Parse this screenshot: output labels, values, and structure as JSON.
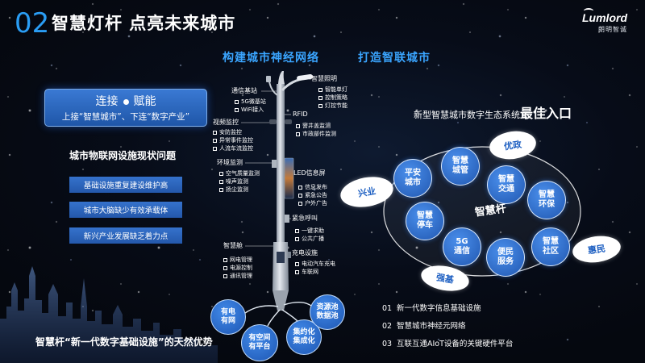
{
  "header": {
    "number": "02",
    "title": "智慧灯杆 点亮未来城市"
  },
  "logo": {
    "brand": "Lumlord",
    "subtitle": "朗明智诚",
    "icon": "logo-swoosh-icon"
  },
  "headline": {
    "left": "构建城市神经网络",
    "right": "打造智联城市"
  },
  "connect_box": {
    "connect": "连接",
    "empower": "赋能",
    "subtitle": "上接“智慧城市”、下连“数字产业”"
  },
  "problems": {
    "title": "城市物联网设施现状问题",
    "items": [
      "基础设施重复建设维护高",
      "城市大脑缺少有效承载体",
      "新兴产业发展缺乏着力点"
    ]
  },
  "advantage_caption": "智慧杆“新一代数字基础设施”的天然优势",
  "pole_modules": [
    {
      "title": "通信基站",
      "items": [
        "5G微基站",
        "WiFi接入"
      ]
    },
    {
      "title": "视频监控",
      "items": [
        "安防监控",
        "异常事件监控",
        "人流车流监控"
      ]
    },
    {
      "title": "环境监测",
      "items": [
        "空气质量监测",
        "噪声监测",
        "扬尘监测"
      ]
    },
    {
      "title": "智慧舱",
      "items": [
        "网电管理",
        "电源控制",
        "通讯管理"
      ]
    },
    {
      "title": "智慧照明",
      "items": [
        "智能单灯",
        "控制策略",
        "灯控节能"
      ]
    },
    {
      "title": "RFID",
      "items": [
        "窨井盖监测",
        "市政部件监测"
      ]
    },
    {
      "title": "LED信息屏",
      "items": [
        "信息发布",
        "紧急公告",
        "户外广告"
      ]
    },
    {
      "title": "紧急呼叫",
      "items": [
        "一键求助",
        "公共广播"
      ]
    },
    {
      "title": "充电设施",
      "items": [
        "电动汽车充电",
        "车联网"
      ]
    }
  ],
  "advantages": [
    {
      "line1": "有电",
      "line2": "有网"
    },
    {
      "line1": "有空间",
      "line2": "有平台"
    },
    {
      "line1": "集约化",
      "line2": "集成化"
    },
    {
      "line1": "资源池",
      "line2": "数据池"
    }
  ],
  "ecosystem": {
    "caption": "新型智慧城市数字生态系统",
    "caption_emphasis": "最佳入口",
    "center": "智慧杆",
    "services": [
      {
        "line1": "平安",
        "line2": "城市"
      },
      {
        "line1": "智慧",
        "line2": "城管"
      },
      {
        "line1": "智慧",
        "line2": "交通"
      },
      {
        "line1": "智慧",
        "line2": "环保"
      },
      {
        "line1": "智慧",
        "line2": "停车"
      },
      {
        "line1": "5G",
        "line2": "通信"
      },
      {
        "line1": "便民",
        "line2": "服务"
      },
      {
        "line1": "智慧",
        "line2": "社区"
      }
    ],
    "pillars": [
      "优政",
      "兴业",
      "惠民",
      "强基"
    ]
  },
  "roles": [
    {
      "num": "01",
      "text": "新一代数字信息基础设施"
    },
    {
      "num": "02",
      "text": "智慧城市神经元网络"
    },
    {
      "num": "03",
      "text": "互联互通AIoT设备的关键硬件平台"
    }
  ],
  "colors": {
    "accent": "#2a9df4",
    "headline": "#3aa5ff",
    "panel_blue": "#2f6fca",
    "bubble_blue": "#2a69c8",
    "pillar_text": "#1d5fc2",
    "background": "#05080f"
  }
}
